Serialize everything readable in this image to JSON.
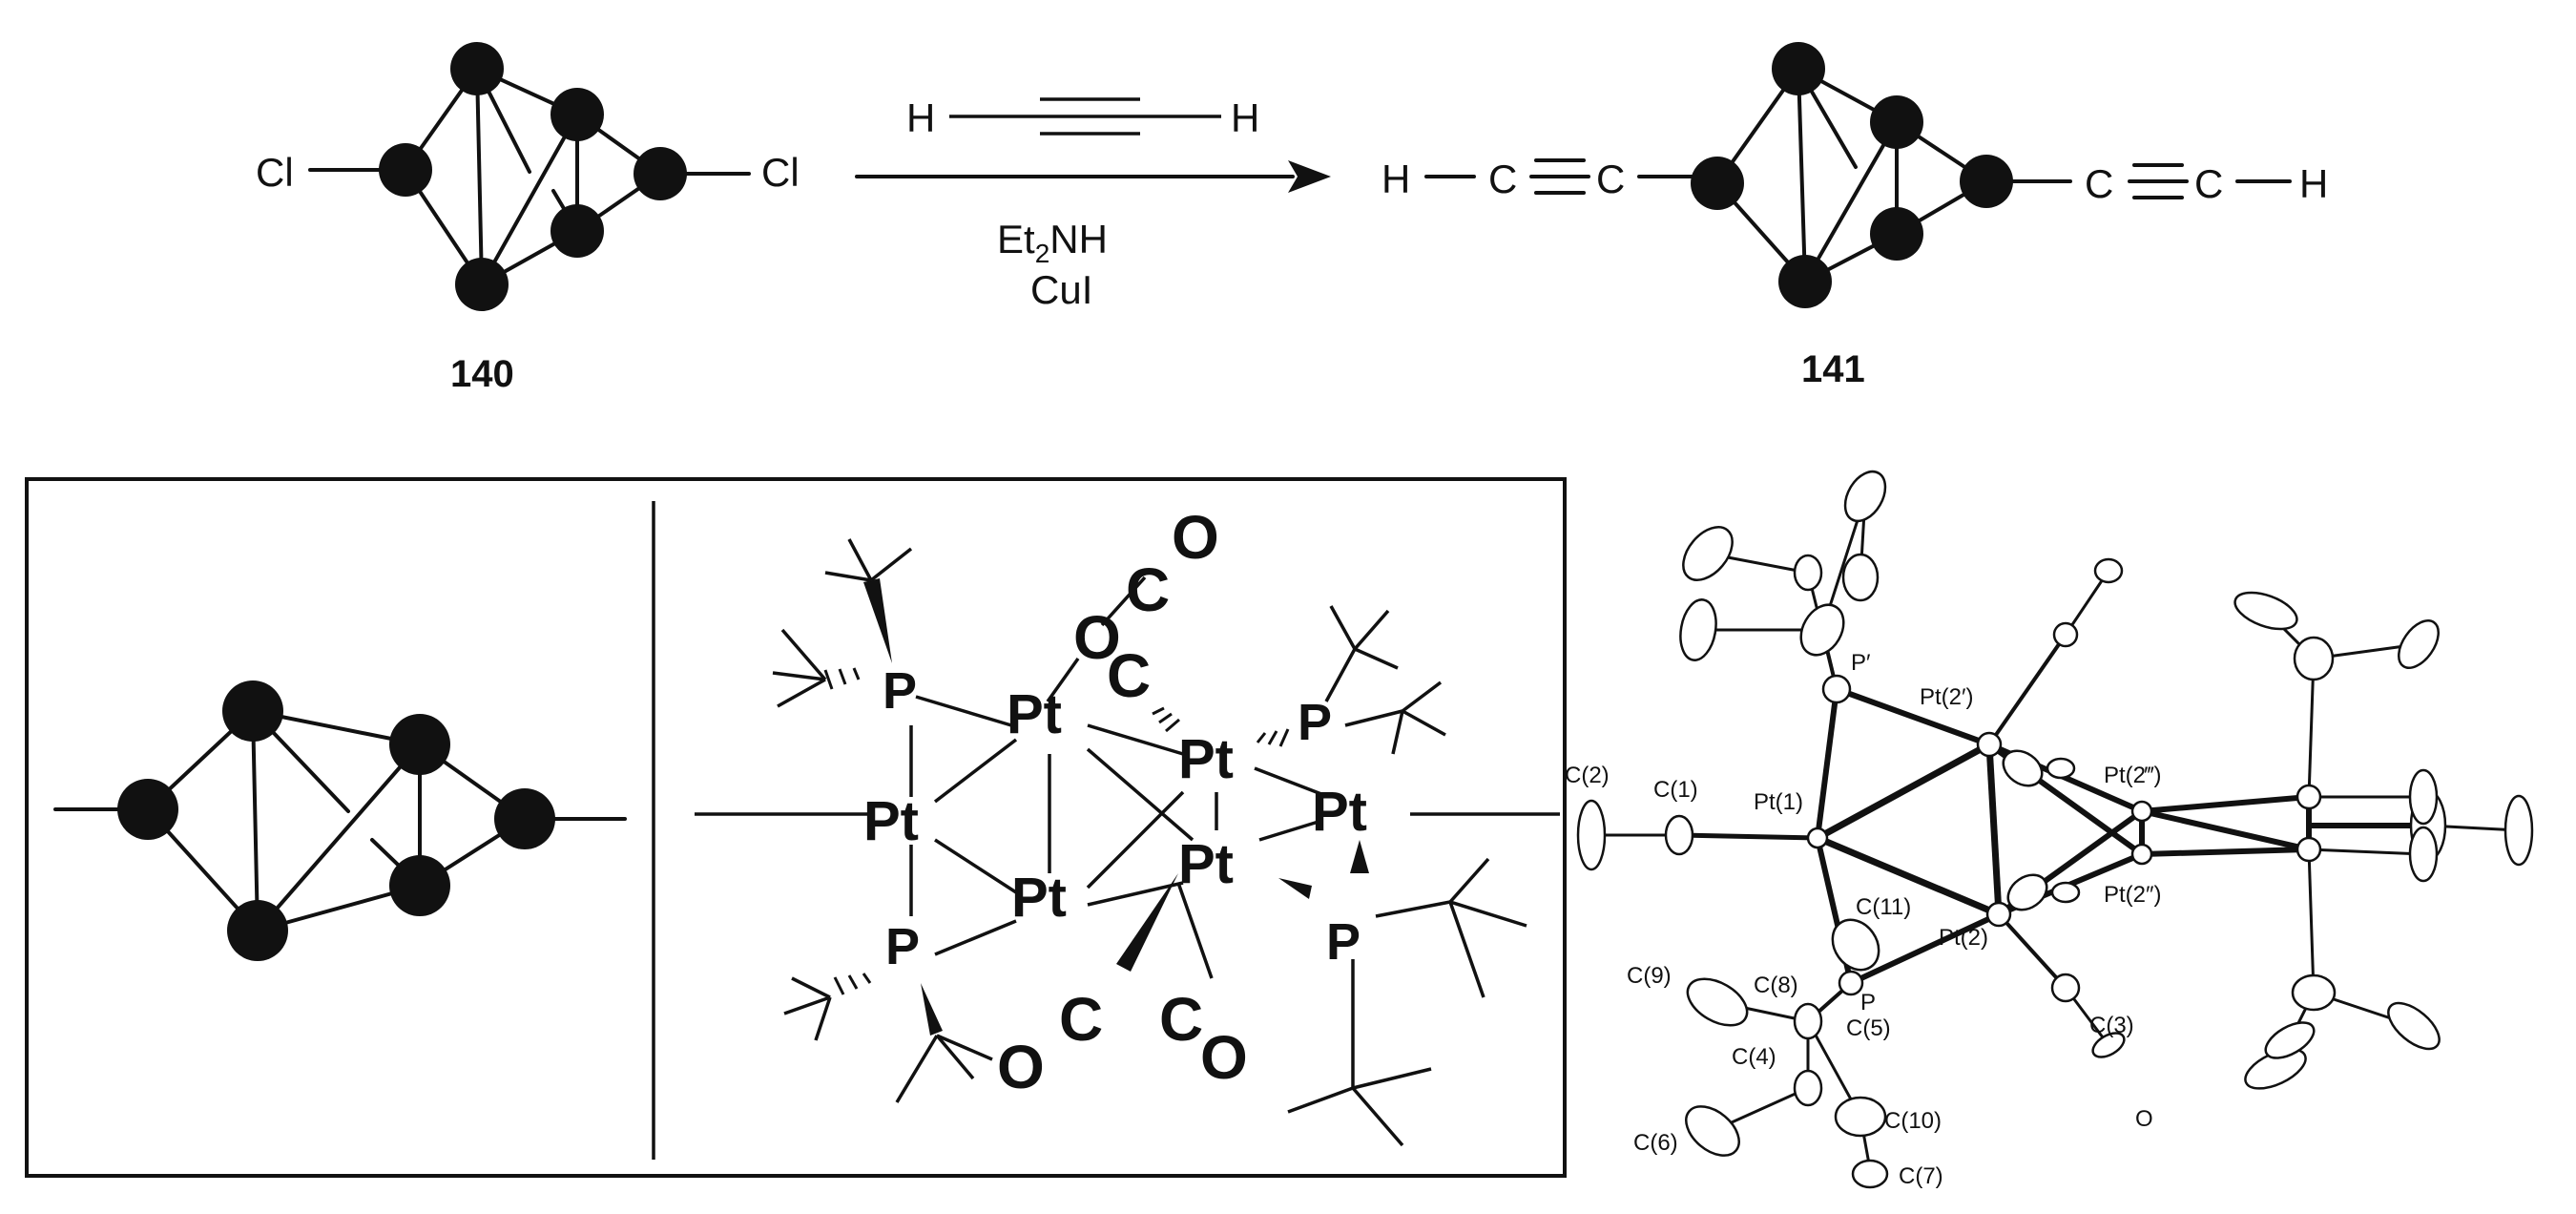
{
  "scheme": {
    "reactant": {
      "label": "140",
      "left_substituent": "Cl",
      "right_substituent": "Cl"
    },
    "reagent": {
      "alkyne_left": "H",
      "alkyne_right": "H"
    },
    "conditions": {
      "line1_prefix": "Et",
      "line1_sub": "2",
      "line1_suffix": "NH",
      "line2": "CuI"
    },
    "product": {
      "label": "141",
      "left_terminal": "H",
      "left_c1": "C",
      "left_c2": "C",
      "right_c1": "C",
      "right_c2": "C",
      "right_terminal": "H"
    }
  },
  "cluster_drawing": {
    "pt_labels": [
      "Pt",
      "Pt",
      "Pt",
      "Pt",
      "Pt",
      "Pt"
    ],
    "p_labels": [
      "P",
      "P",
      "P",
      "P"
    ],
    "carbonyls": [
      {
        "c": "C",
        "o": "O"
      },
      {
        "c": "C",
        "o": "O"
      },
      {
        "c": "C",
        "o": "O"
      },
      {
        "c": "C",
        "o": "O"
      }
    ]
  },
  "ortep": {
    "labels": [
      "C(2)",
      "C(1)",
      "Pt(1)",
      "P′",
      "Pt(2′)",
      "Pt(2‴)",
      "Pt(2″)",
      "C(11)",
      "Pt(2)",
      "C(9)",
      "C(8)",
      "P",
      "C(5)",
      "C(4)",
      "C(6)",
      "C(10)",
      "C(7)",
      "C(3)",
      "O"
    ]
  }
}
